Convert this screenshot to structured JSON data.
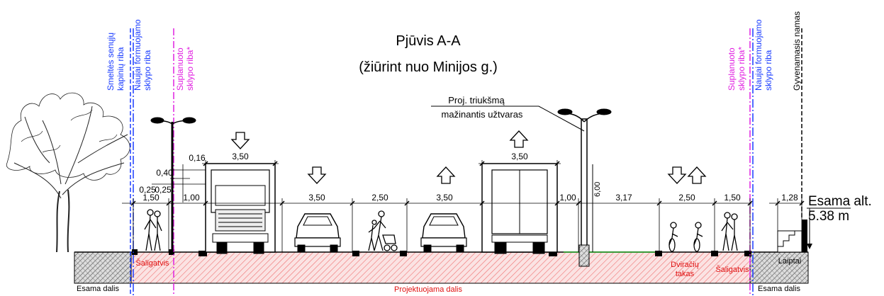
{
  "title": {
    "line1": "Pjūvis A-A",
    "line2": "(žiūrint nuo Minijos g.)"
  },
  "vertical_labels": {
    "cemetery_boundary": [
      "Smeltės senųjų",
      "kapinių riba"
    ],
    "new_plot_left": [
      "Naujai formuojamo",
      "sklypo riba"
    ],
    "planned_plot_left": [
      "Suplanuoto",
      "sklypo riba*"
    ],
    "planned_plot_right": [
      "Suplanuoto",
      "sklypo riba*"
    ],
    "new_plot_right": [
      "Naujai formuojamo",
      "sklypo riba"
    ],
    "residential_house": "Gyvenamasis namas"
  },
  "barrier_label": [
    "Proj. triukšmą",
    "mažinantis užtvaras"
  ],
  "barrier_height": "6,00",
  "existing_alt": [
    "Esama alt.",
    "5.38 m"
  ],
  "dimensions": {
    "sidewalk_left": "1,50",
    "offset_a": "0,25",
    "offset_b": "0,25",
    "strip_left": "1,00",
    "lane1": "3,50",
    "lane2": "3,50",
    "median": "2,50",
    "lane3": "3,50",
    "lane4": "3,50",
    "strip_right": "1,00",
    "green_right": "3,17",
    "bike_path": "2,50",
    "sidewalk_right": "1,50",
    "stairs_width": "1,28",
    "h_016": "0,16",
    "h_040": "0,40"
  },
  "zone_labels": {
    "sidewalk_left": "Šaligatvis",
    "bike_path": [
      "Dviračių",
      "takas"
    ],
    "sidewalk_right": "Šaligatvis",
    "stairs": "Laiptai",
    "existing_left": "Esama dalis",
    "projected": "Projektuojama dalis",
    "existing_right": "Esama dalis"
  },
  "colors": {
    "boundary_blue": "#1a3cff",
    "boundary_magenta": "#e020e0",
    "project_red": "#e01010",
    "hatch_red": "#f08080"
  }
}
